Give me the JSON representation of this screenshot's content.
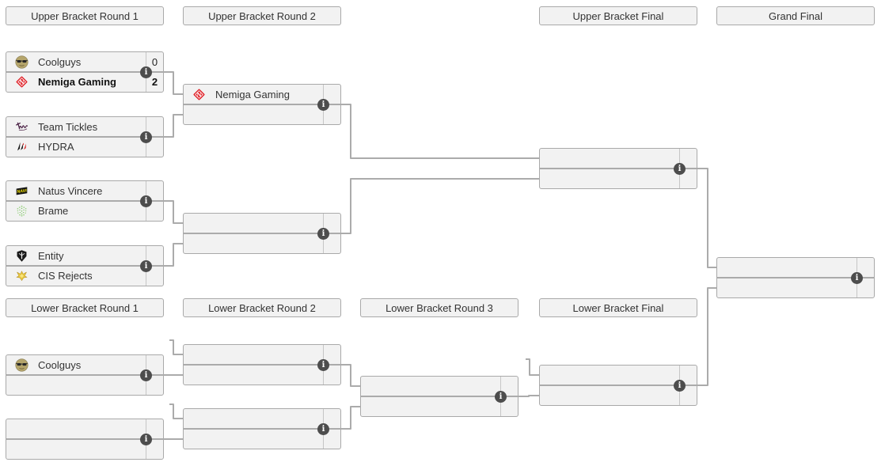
{
  "ui": {
    "info_glyph": "i"
  },
  "colors": {
    "box_fill": "#f2f2f2",
    "box_border": "#a9a9a9",
    "connector": "#ababab",
    "score_divider": "#c6c6c6",
    "info_icon_bg": "#4d4d4d",
    "info_icon_fg": "#ffffff",
    "text": "#333333",
    "winner_text": "#111111",
    "nemiga_red": "#e0242b",
    "navi_yellow": "#ffee00",
    "navi_black": "#141414",
    "brame_green": "#9fd489",
    "cis_gold": "#e9c83e",
    "tickles_purple": "#4a2145",
    "hydra_red": "#d92a2a",
    "hydra_black": "#171717",
    "coolguys_tan": "#b5a56b",
    "entity_black": "#1a1a1a"
  },
  "headers": {
    "upper": [
      {
        "label": "Upper Bracket Round 1"
      },
      {
        "label": "Upper Bracket Round 2"
      },
      {
        "label": "Upper Bracket Final"
      },
      {
        "label": "Grand Final"
      }
    ],
    "lower": [
      {
        "label": "Lower Bracket Round 1"
      },
      {
        "label": "Lower Bracket Round 2"
      },
      {
        "label": "Lower Bracket Round 3"
      },
      {
        "label": "Lower Bracket Final"
      }
    ]
  },
  "matches": {
    "ub_r1_m1": {
      "top": {
        "team": "Coolguys",
        "score": "0",
        "logo": "coolguys-sunglasses-emoji-logo",
        "winner": false
      },
      "bottom": {
        "team": "Nemiga Gaming",
        "score": "2",
        "logo": "nemiga-gaming-diamond-logo",
        "winner": true
      }
    },
    "ub_r1_m2": {
      "top": {
        "team": "Team Tickles",
        "score": "",
        "logo": "team-tickles-script-logo"
      },
      "bottom": {
        "team": "HYDRA",
        "score": "",
        "logo": "hydra-strokes-logo"
      }
    },
    "ub_r1_m3": {
      "top": {
        "team": "Natus Vincere",
        "score": "",
        "logo": "natus-vincere-navi-logo"
      },
      "bottom": {
        "team": "Brame",
        "score": "",
        "logo": "brame-dotted-logo"
      }
    },
    "ub_r1_m4": {
      "top": {
        "team": "Entity",
        "score": "",
        "logo": "entity-emblem-logo"
      },
      "bottom": {
        "team": "CIS Rejects",
        "score": "",
        "logo": "cis-rejects-phoenix-logo"
      }
    },
    "ub_r2_m1": {
      "top": {
        "team": "Nemiga Gaming",
        "score": "",
        "logo": "nemiga-gaming-diamond-logo"
      },
      "bottom": {
        "team": "",
        "score": ""
      }
    },
    "ub_r2_m2": {
      "top": {
        "team": "",
        "score": ""
      },
      "bottom": {
        "team": "",
        "score": ""
      }
    },
    "ub_final": {
      "top": {
        "team": "",
        "score": ""
      },
      "bottom": {
        "team": "",
        "score": ""
      }
    },
    "grand_final": {
      "top": {
        "team": "",
        "score": ""
      },
      "bottom": {
        "team": "",
        "score": ""
      }
    },
    "lb_r1_m1": {
      "top": {
        "team": "Coolguys",
        "score": "",
        "logo": "coolguys-sunglasses-emoji-logo"
      },
      "bottom": {
        "team": "",
        "score": ""
      }
    },
    "lb_r1_m2": {
      "top": {
        "team": "",
        "score": ""
      },
      "bottom": {
        "team": "",
        "score": ""
      }
    },
    "lb_r2_m1": {
      "top": {
        "team": "",
        "score": ""
      },
      "bottom": {
        "team": "",
        "score": ""
      }
    },
    "lb_r2_m2": {
      "top": {
        "team": "",
        "score": ""
      },
      "bottom": {
        "team": "",
        "score": ""
      }
    },
    "lb_r3_m1": {
      "top": {
        "team": "",
        "score": ""
      },
      "bottom": {
        "team": "",
        "score": ""
      }
    },
    "lb_final": {
      "top": {
        "team": "",
        "score": ""
      },
      "bottom": {
        "team": "",
        "score": ""
      }
    }
  }
}
